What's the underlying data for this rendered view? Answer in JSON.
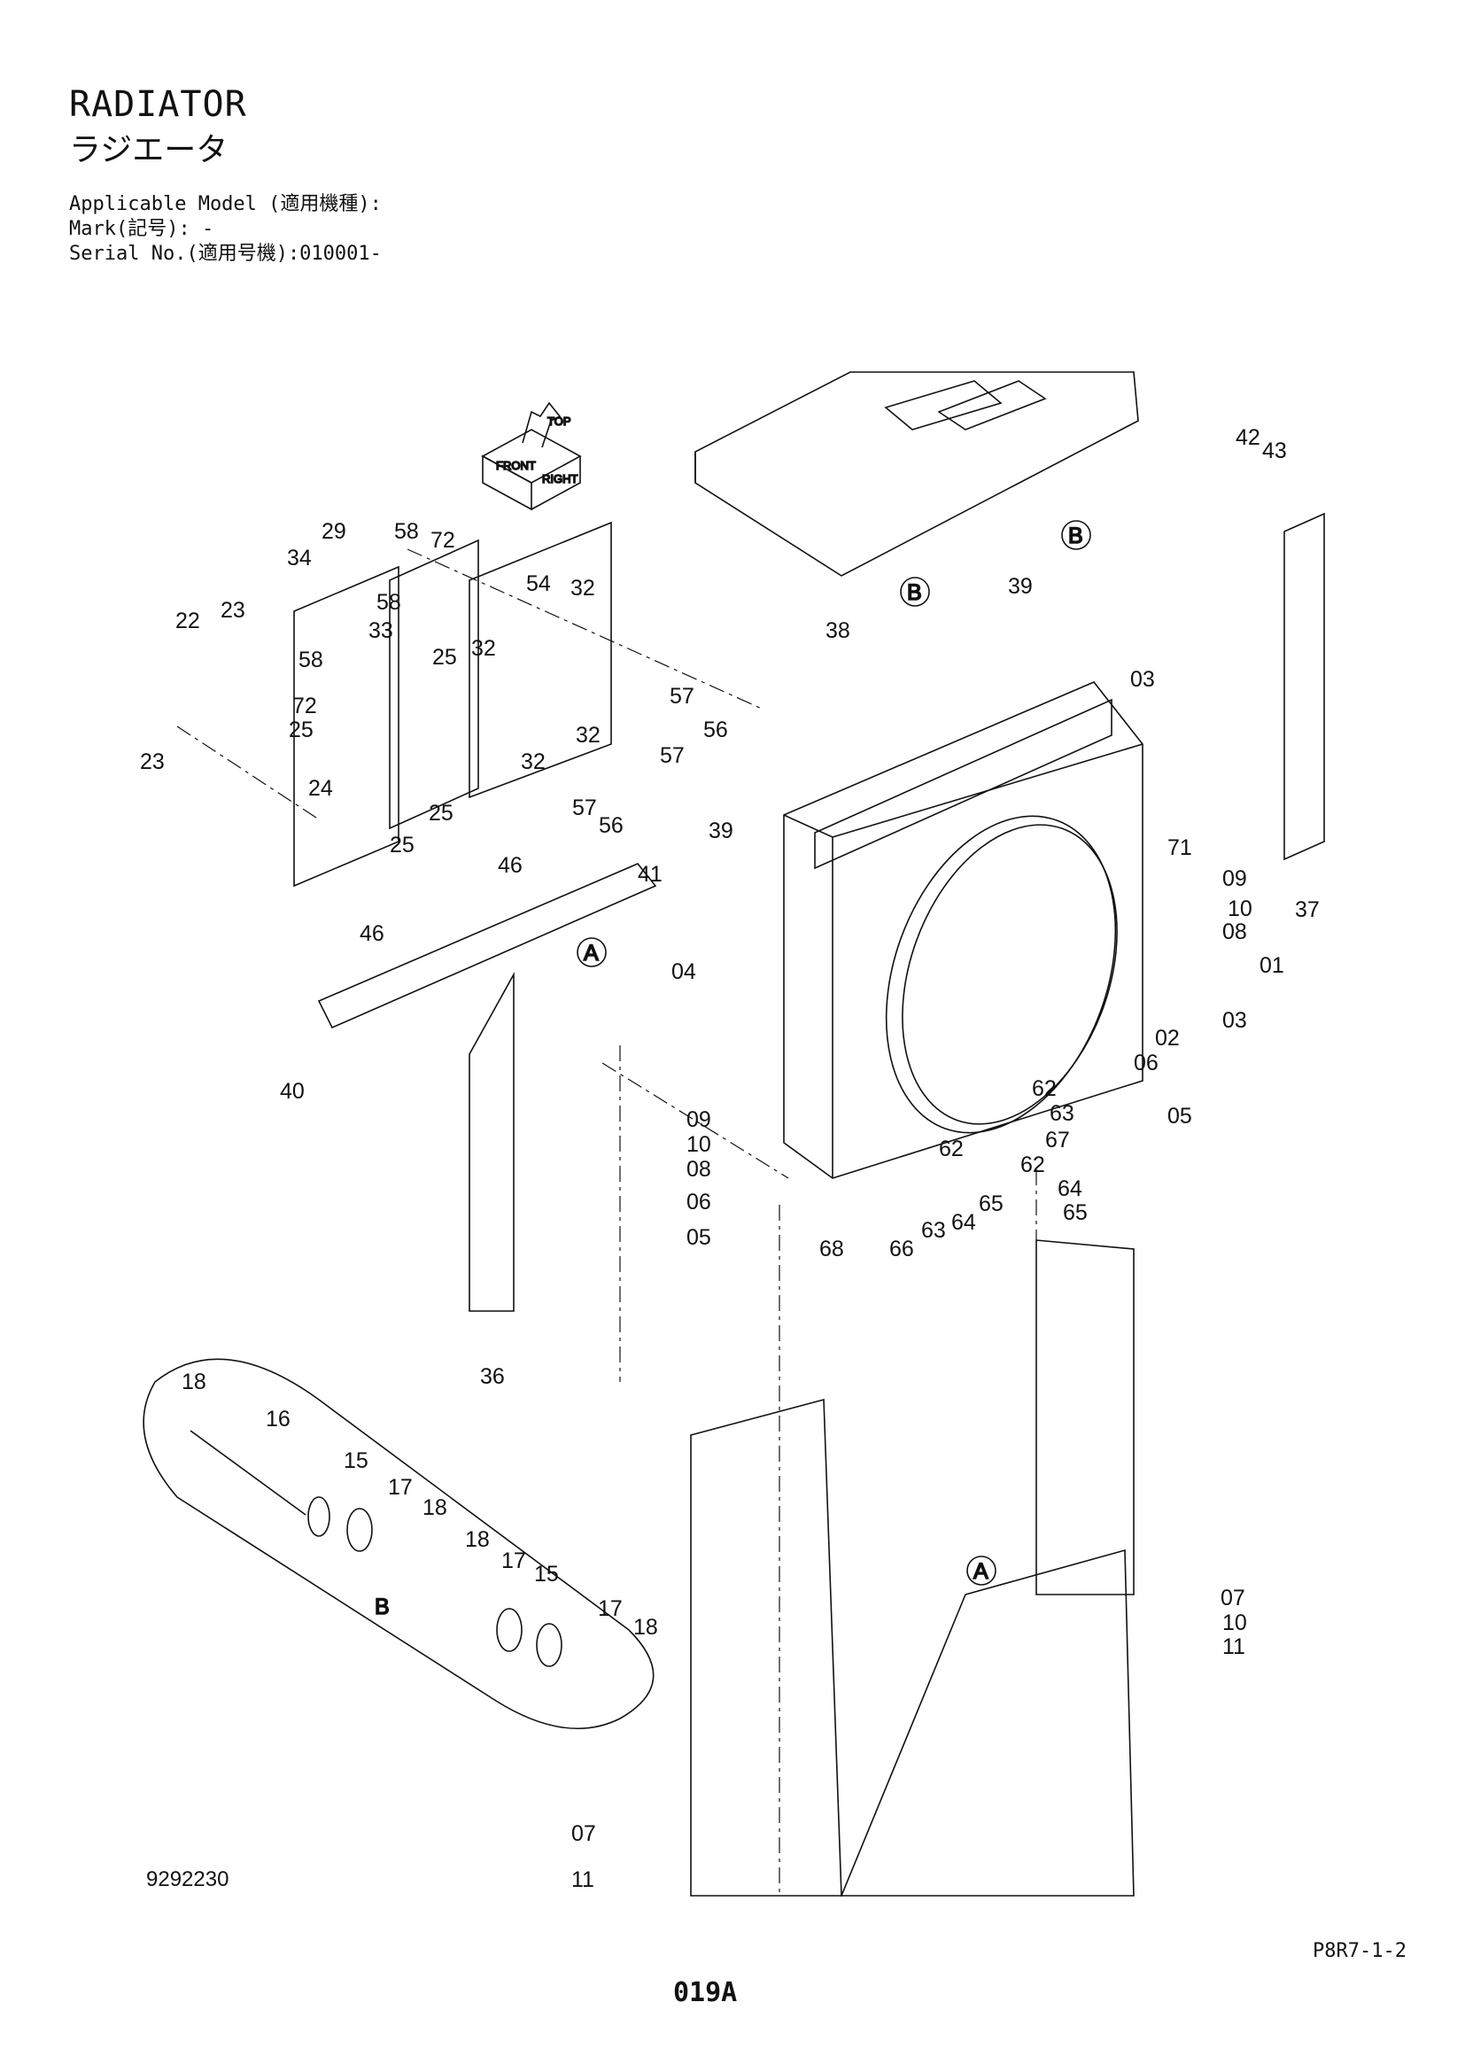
{
  "header": {
    "title": "RADIATOR",
    "title_jp": "ラジエータ",
    "applicable_model": "Applicable Model (適用機種):",
    "mark": "Mark(記号): -",
    "serial": "Serial No.(適用号機):010001-"
  },
  "orientation": {
    "top": "TOP",
    "front": "FRONT",
    "right": "RIGHT"
  },
  "callouts": {
    "view_a": "A",
    "view_b": "B"
  },
  "labels": [
    "01",
    "02",
    "03",
    "03",
    "04",
    "05",
    "05",
    "06",
    "06",
    "07",
    "07",
    "08",
    "08",
    "09",
    "09",
    "10",
    "10",
    "10",
    "11",
    "11",
    "15",
    "15",
    "16",
    "17",
    "17",
    "17",
    "18",
    "18",
    "18",
    "18",
    "22",
    "23",
    "23",
    "24",
    "25",
    "25",
    "25",
    "25",
    "29",
    "32",
    "32",
    "32",
    "32",
    "33",
    "34",
    "36",
    "37",
    "38",
    "39",
    "39",
    "40",
    "41",
    "42",
    "43",
    "46",
    "46",
    "54",
    "56",
    "56",
    "57",
    "57",
    "57",
    "58",
    "58",
    "58",
    "62",
    "62",
    "62",
    "63",
    "63",
    "64",
    "64",
    "65",
    "65",
    "66",
    "67",
    "68",
    "71",
    "72",
    "72"
  ],
  "footer": {
    "drawing_no": "9292230",
    "page_ref": "P8R7-1-2",
    "page_no": "019A"
  }
}
